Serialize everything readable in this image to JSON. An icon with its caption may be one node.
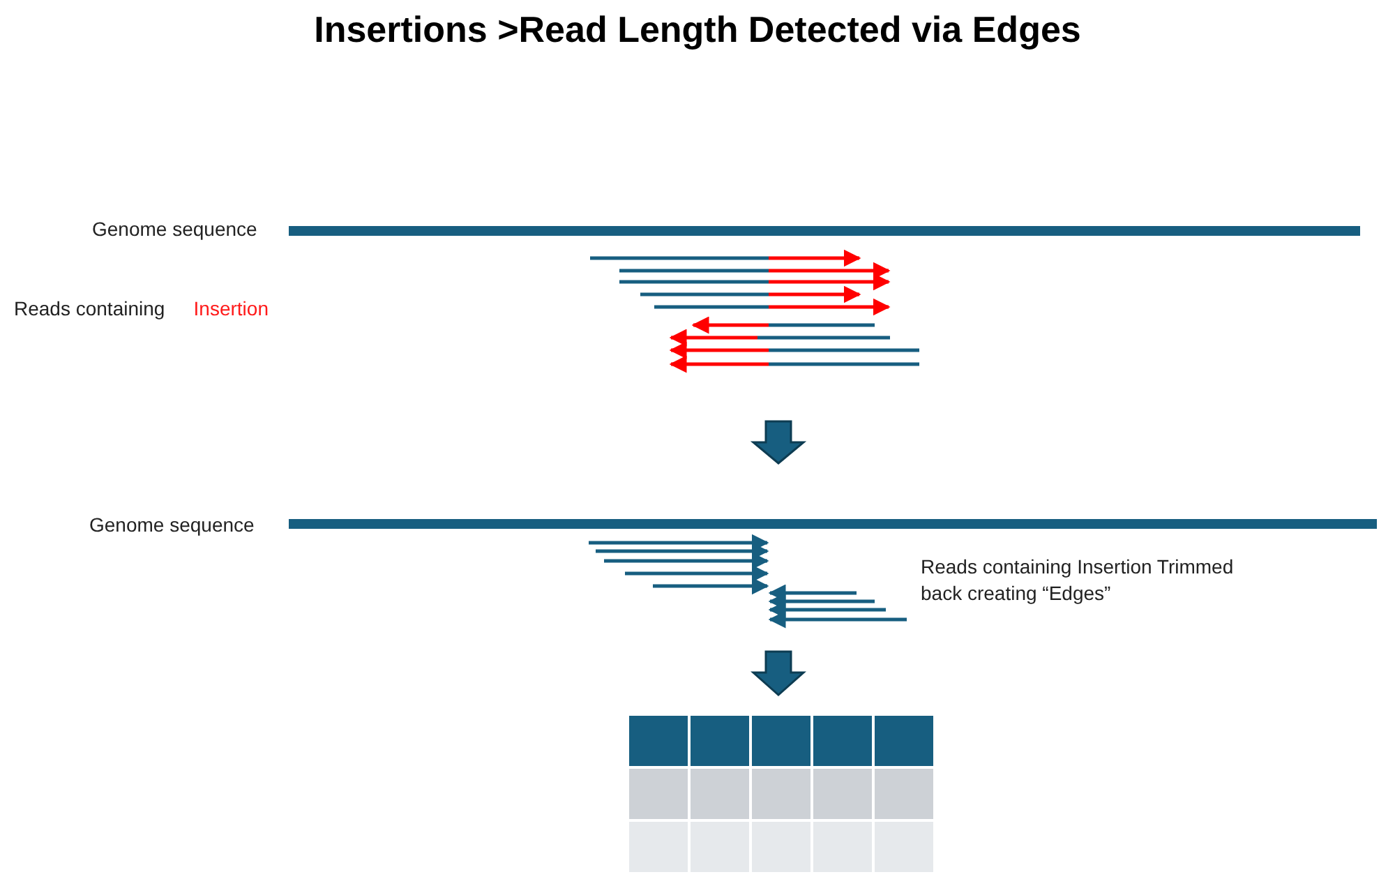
{
  "diagram": {
    "title": "Insertions >Read Length Detected via Edges",
    "labels": [
      "Genome sequence",
      "Reads containing",
      "Insertion",
      "Genome sequence",
      "Reads containing Insertion Trimmed back creating “Edges”"
    ]
  }
}
